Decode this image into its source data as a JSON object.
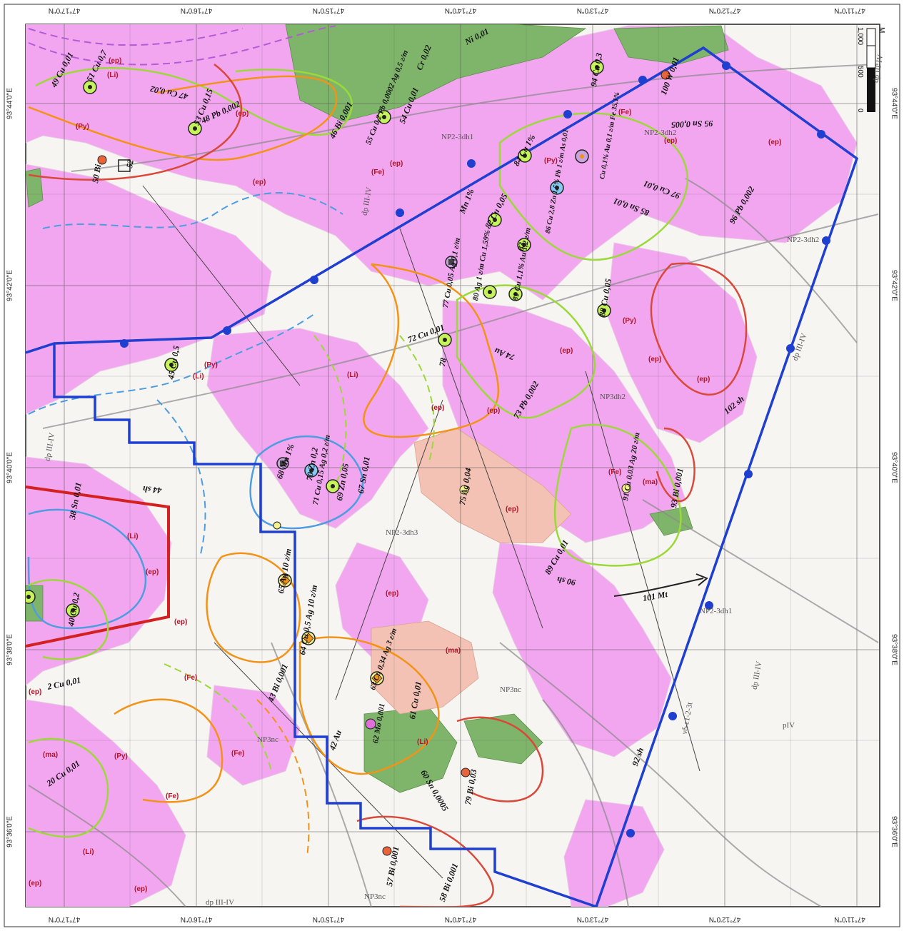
{
  "map": {
    "lat_labels_top": [
      "47°17'0\"N",
      "47°16'0\"N",
      "47°15'0\"N",
      "47°14'0\"N",
      "47°13'0\"N",
      "47°12'0\"N",
      "47°11'0\"N"
    ],
    "lat_labels_bottom": [
      "47°17'0\"N",
      "47°16'0\"N",
      "47°15'0\"N",
      "47°14'0\"N",
      "47°13'0\"N",
      "47°12'0\"N",
      "47°11'0\"N"
    ],
    "lon_labels_left": [
      "93°44'0\"E",
      "93°42'0\"E",
      "93°40'0\"E",
      "93°38'0\"E",
      "93°36'0\"E"
    ],
    "lon_labels_right": [
      "93°44'0\"E",
      "93°42'0\"E",
      "93°40'0\"E",
      "93°38'0\"E",
      "93°36'0\"E"
    ],
    "scale_bar": {
      "labels": [
        "0",
        "500",
        "1,000"
      ],
      "unit": "M"
    },
    "colors": {
      "pink_unit": "#f2a6ef",
      "green_unit": "#7fb56a",
      "salmon_unit": "#f3c2b4",
      "boundary_blue": "#1f3fd1",
      "anomaly_orange": "#f29318",
      "anomaly_green": "#9bd83a",
      "anomaly_red": "#d9493a",
      "anomaly_blue": "#4d9de0",
      "anomaly_purple": "#b35ad6"
    },
    "annotations": [
      {
        "text": "49 Cu 0,01"
      },
      {
        "text": "51 Cu 0,7"
      },
      {
        "text": "47 Cu 0,02"
      },
      {
        "text": "48 Pb 0,002"
      },
      {
        "text": "53 Cu 0,15"
      },
      {
        "text": "46 Bi 0,001"
      },
      {
        "text": "50 Bi"
      },
      {
        "text": "52"
      },
      {
        "text": "55 Cu 0,2 Pb 0,0002 Ag 0,5 г/т"
      },
      {
        "text": "Cr 0,02"
      },
      {
        "text": "54 Cu 0,01"
      },
      {
        "text": "Ni 0,01"
      },
      {
        "text": "94 Cu 0,3"
      },
      {
        "text": "100 W 0,01"
      },
      {
        "text": "95 Sn 0,005"
      },
      {
        "text": "97 Cu 0,01"
      },
      {
        "text": "96 Pb 0,002"
      },
      {
        "text": "85 Sn 0,01"
      },
      {
        "text": "86 Cu 2,8 Zn 1,5% Pb 1 г/т As 0,01"
      },
      {
        "text": "Cu 0,1% Au 0,1 г/т Fe 35,1%"
      },
      {
        "text": "84 Cu 1%"
      },
      {
        "text": "82 Cu 0,05"
      },
      {
        "text": "83"
      },
      {
        "text": "Mn 1%"
      },
      {
        "text": "80 Ag 1 г/т Cu 1,59%"
      },
      {
        "text": "81 Cu 1,1% Au 1,2 г/т"
      },
      {
        "text": "88 Cu 0,05"
      },
      {
        "text": "77 Cu 0,05 Ag 0,1 г/т"
      },
      {
        "text": "78"
      },
      {
        "text": "72 Cu 0,01"
      },
      {
        "text": "74 Au"
      },
      {
        "text": "73 Pb 0,002"
      },
      {
        "text": "45 Cu 0,5"
      },
      {
        "text": "68 Mn 1%"
      },
      {
        "text": "70 Zn 0,2"
      },
      {
        "text": "71 Cu 0,15 Ag 0,2 г/т"
      },
      {
        "text": "69 Zn 0,05"
      },
      {
        "text": "67 Sn 0,01"
      },
      {
        "text": "44 sh"
      },
      {
        "text": "38 Sn 0,01"
      },
      {
        "text": "40 Cu 0,2"
      },
      {
        "text": "65 Ag 10 г/т"
      },
      {
        "text": "64 Cu 0,5 Ag 10 г/т"
      },
      {
        "text": "75 Ag 0,04"
      },
      {
        "text": "91 Cu 0,03 Ag 20 г/т"
      },
      {
        "text": "93 Bi 0,001"
      },
      {
        "text": "89 Cu 0,01"
      },
      {
        "text": "90 sh"
      },
      {
        "text": "101 Mt"
      },
      {
        "text": "102 sh"
      },
      {
        "text": "63 Cu 0,34 Ag 3 г/т"
      },
      {
        "text": "61 Cu 0,01"
      },
      {
        "text": "62 Mo 0,001"
      },
      {
        "text": "43 Bi 0,001"
      },
      {
        "text": "42 Au"
      },
      {
        "text": "2 Cu 0,01"
      },
      {
        "text": "20 Cu 0,01"
      },
      {
        "text": "79 Bi 0,03"
      },
      {
        "text": "60 Sn 0,0005"
      },
      {
        "text": "57 Bi 0,001"
      },
      {
        "text": "58 Bi 0,001"
      },
      {
        "text": "92 sh"
      }
    ],
    "geo_units": [
      {
        "text": "NP2-3dh1"
      },
      {
        "text": "NP2-3dh2"
      },
      {
        "text": "NP3dh2"
      },
      {
        "text": "NP2-3dh3"
      },
      {
        "text": "NP3nc"
      },
      {
        "text": "dp III-IV"
      },
      {
        "text": "pIV"
      },
      {
        "text": "νδ-ε1-2-3t"
      }
    ],
    "alteration_tags": [
      {
        "text": "(ep)"
      },
      {
        "text": "(Py)"
      },
      {
        "text": "(Li)"
      },
      {
        "text": "(Fe)"
      },
      {
        "text": "(ma)"
      }
    ]
  }
}
